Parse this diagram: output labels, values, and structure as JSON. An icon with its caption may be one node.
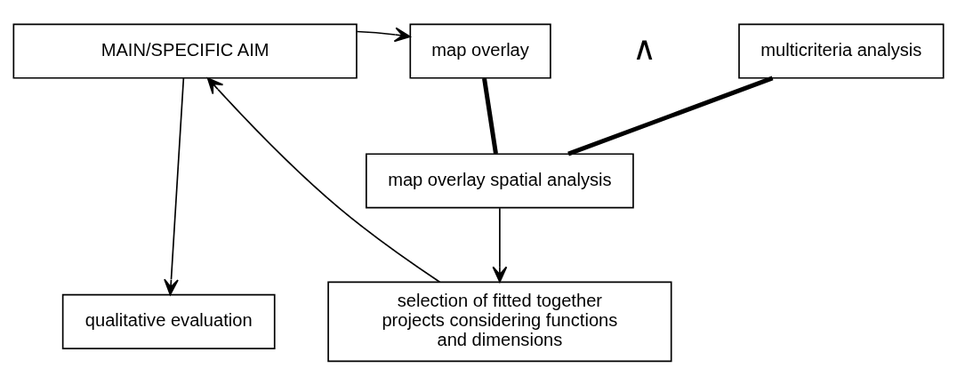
{
  "diagram": {
    "nodes": [
      {
        "text": [
          "MAIN/SPECIFIC AIM"
        ]
      },
      {
        "text": [
          "map overlay"
        ]
      },
      {
        "text": [
          "multicriteria analysis"
        ]
      },
      {
        "text": [
          "map overlay spatial analysis"
        ]
      },
      {
        "text": [
          "qualitative evaluation"
        ]
      },
      {
        "text": [
          "selection of fitted together projects considering functions and dimensions"
        ]
      }
    ],
    "edges": [
      {
        "from": 0,
        "to": 1,
        "arrow": "to"
      },
      {
        "from": 0,
        "to": 4,
        "arrow": "to"
      },
      {
        "from": 5,
        "to": 0,
        "arrow": "to"
      },
      {
        "from": 1,
        "to": 3,
        "arrow": "none",
        "style": "thick"
      },
      {
        "from": 2,
        "to": 3,
        "arrow": "none",
        "style": "thick"
      },
      {
        "from": 3,
        "to": 5,
        "arrow": "to"
      }
    ],
    "labels": [
      "∧"
    ]
  }
}
